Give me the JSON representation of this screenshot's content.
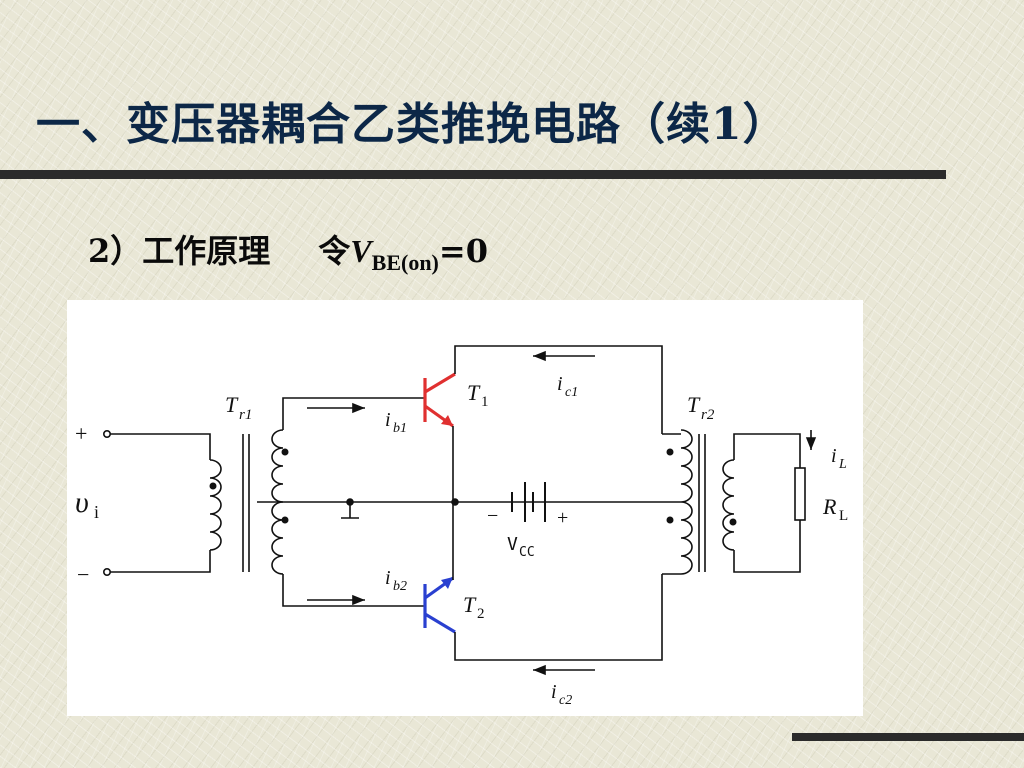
{
  "slide": {
    "title": "一、变压器耦合乙类推挽电路（续1）",
    "subtitle_prefix": "2）工作原理",
    "subtitle_ling": "令",
    "subtitle_var": "V",
    "subtitle_sub": "BE(on)",
    "subtitle_eq": "=0"
  },
  "circuit": {
    "input_plus": "+",
    "input_minus": "−",
    "input_v": "υ",
    "input_v_sub": "i",
    "tr1_T": "T",
    "tr1_sub": "r1",
    "tr2_T": "T",
    "tr2_sub": "r2",
    "t1_T": "T",
    "t1_sub": "1",
    "t2_T": "T",
    "t2_sub": "2",
    "ib1_i": "i",
    "ib1_sub": "b1",
    "ib2_i": "i",
    "ib2_sub": "b2",
    "ic1_i": "i",
    "ic1_sub": "c1",
    "ic2_i": "i",
    "ic2_sub": "c2",
    "il_i": "i",
    "il_sub": "L",
    "rl_R": "R",
    "rl_sub": "L",
    "vcc_V": "V",
    "vcc_sub": "CC",
    "vcc_minus": "−",
    "vcc_plus": "+"
  },
  "colors": {
    "title": "#0c2747",
    "npn_transistor": "#e03030",
    "pnp_transistor": "#2a40d0",
    "wire": "#111111",
    "diagram_bg": "#ffffff"
  }
}
